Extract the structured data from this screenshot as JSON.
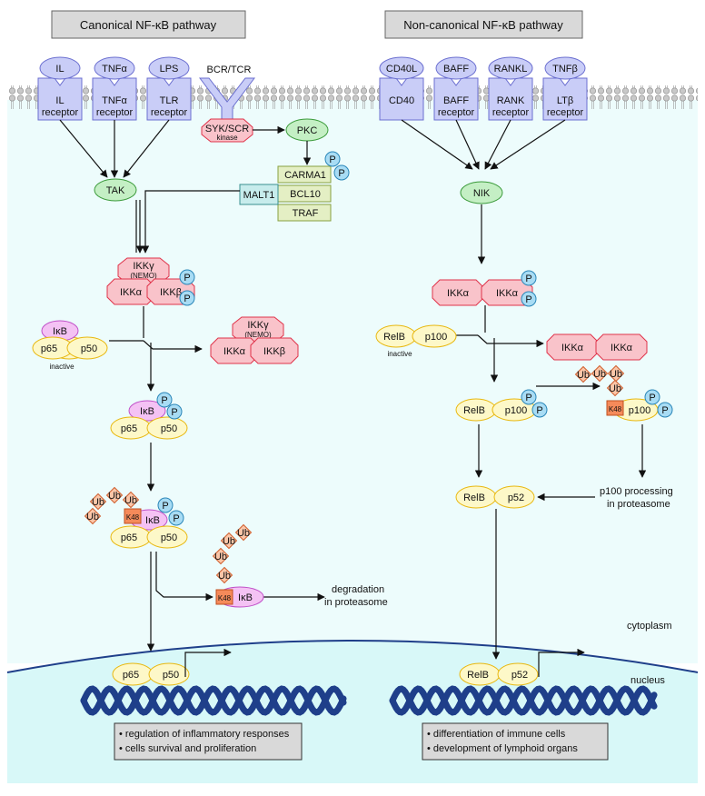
{
  "titles": {
    "canonical": "Canonical NF-κB pathway",
    "noncanonical": "Non-canonical NF-κB pathway"
  },
  "canonical": {
    "ligands": [
      "IL",
      "TNFα",
      "LPS"
    ],
    "receptors": [
      {
        "line1": "IL",
        "line2": "receptor"
      },
      {
        "line1": "TNFα",
        "line2": "receptor"
      },
      {
        "line1": "TLR",
        "line2": "receptor"
      }
    ],
    "bcr_tcr": "BCR/TCR",
    "syk_line1": "SYK/SCR",
    "syk_line2": "kinase",
    "pkc": "PKC",
    "carma1": "CARMA1",
    "bcl10": "BCL10",
    "traf": "TRAF",
    "malt1": "MALT1",
    "tak": "TAK",
    "ikk_gamma": "IKKγ",
    "nemo": "(NEMO)",
    "ikk_alpha": "IKKα",
    "ikk_beta": "IKKβ",
    "phospho": "P",
    "ikb": "IκB",
    "p65": "p65",
    "p50": "p50",
    "inactive": "inactive",
    "ub": "Ub",
    "k48": "K48",
    "degradation_line1": "degradation",
    "degradation_line2": "in proteasome",
    "outcomes": [
      "• regulation of inflammatory responses",
      "• cells survival and proliferation"
    ]
  },
  "noncanonical": {
    "ligands": [
      "CD40L",
      "BAFF",
      "RANKL",
      "TNFβ"
    ],
    "receptors": [
      {
        "line1": "CD40",
        "line2": ""
      },
      {
        "line1": "BAFF",
        "line2": "receptor"
      },
      {
        "line1": "RANK",
        "line2": "receptor"
      },
      {
        "line1": "LTβ",
        "line2": "receptor"
      }
    ],
    "nik": "NIK",
    "ikk_alpha": "IKKα",
    "relb": "RelB",
    "p100": "p100",
    "p52": "p52",
    "inactive": "inactive",
    "processing_line1": "p100 processing",
    "processing_line2": "in proteasome",
    "outcomes": [
      "• differentiation of immune cells",
      "• development of lymphoid organs"
    ]
  },
  "compartments": {
    "cytoplasm": "cytoplasm",
    "nucleus": "nucleus"
  },
  "colors": {
    "receptor_fill": "#c9cdf7",
    "receptor_stroke": "#6b6fd0",
    "green_fill": "#c4efc4",
    "pink_fill": "#f9c3ca",
    "pink_stroke": "#e0334a",
    "yellow_fill": "#fdf8c8",
    "yellow_stroke": "#e8b810",
    "ikb_fill": "#f4c2f4",
    "ikb_stroke": "#c050c8",
    "blue_fill": "#a8dcf4",
    "ub_fill": "#fbc6a8",
    "k48_fill": "#f58a5a",
    "cytoplasm_bg": "#edfcfc",
    "nucleus_bg": "#d8f8f8",
    "dna": "#1f3f8a"
  }
}
